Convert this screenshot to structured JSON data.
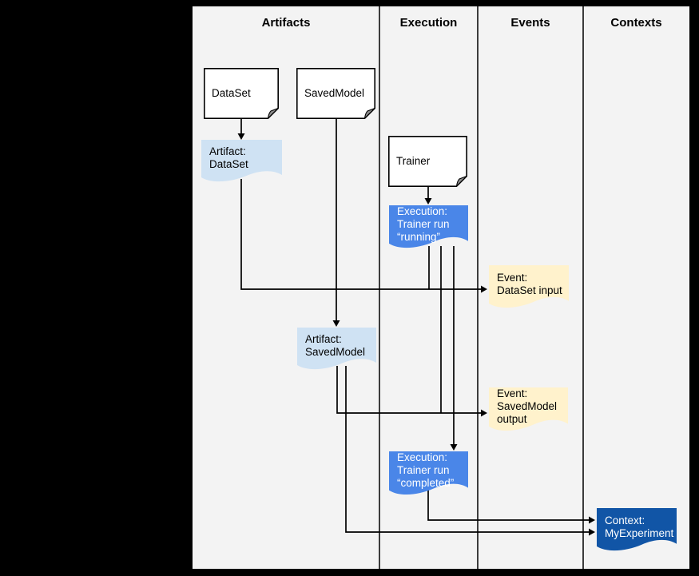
{
  "columns": [
    {
      "label": "Artifacts"
    },
    {
      "label": "Execution"
    },
    {
      "label": "Events"
    },
    {
      "label": "Contexts"
    }
  ],
  "nodes": {
    "dataset": {
      "label": "DataSet"
    },
    "savedmodel": {
      "label": "SavedModel"
    },
    "trainer": {
      "label": "Trainer"
    },
    "artifact_dataset": {
      "label": "Artifact:\nDataSet"
    },
    "execution_running": {
      "label": "Execution:\nTrainer run\n“running”"
    },
    "event_input": {
      "label": "Event:\nDataSet input"
    },
    "artifact_savedmodel": {
      "label": "Artifact:\nSavedModel"
    },
    "event_output": {
      "label": "Event:\nSavedModel\noutput"
    },
    "execution_completed": {
      "label": "Execution:\nTrainer run\n“completed”"
    },
    "context_myexperiment": {
      "label": "Context:\nMyExperiment"
    }
  },
  "edges": [
    {
      "from": "DataSet",
      "to": "Artifact: DataSet"
    },
    {
      "from": "SavedModel",
      "to": "Artifact: SavedModel"
    },
    {
      "from": "Trainer",
      "to": "Execution: Trainer run “running”"
    },
    {
      "from": "Artifact: DataSet",
      "to": "Event: DataSet input"
    },
    {
      "from": "Execution: Trainer run “running”",
      "to": "Event: DataSet input"
    },
    {
      "from": "Execution: Trainer run “running”",
      "to": "Event: SavedModel output"
    },
    {
      "from": "Execution: Trainer run “running”",
      "to": "Execution: Trainer run “completed”"
    },
    {
      "from": "Artifact: SavedModel",
      "to": "Event: SavedModel output"
    },
    {
      "from": "Artifact: SavedModel",
      "to": "Context: MyExperiment"
    },
    {
      "from": "Execution: Trainer run “completed”",
      "to": "Context: MyExperiment"
    }
  ],
  "colors": {
    "outer_bg": "#000000",
    "canvas_bg": "#f3f3f3",
    "line_color": "#000000",
    "doc_fill": "#ffffff",
    "artifact_fill": "#cfe2f3",
    "event_fill": "#fff2cc",
    "execution_fill": "#4a86e8",
    "context_fill": "#1155a6"
  }
}
